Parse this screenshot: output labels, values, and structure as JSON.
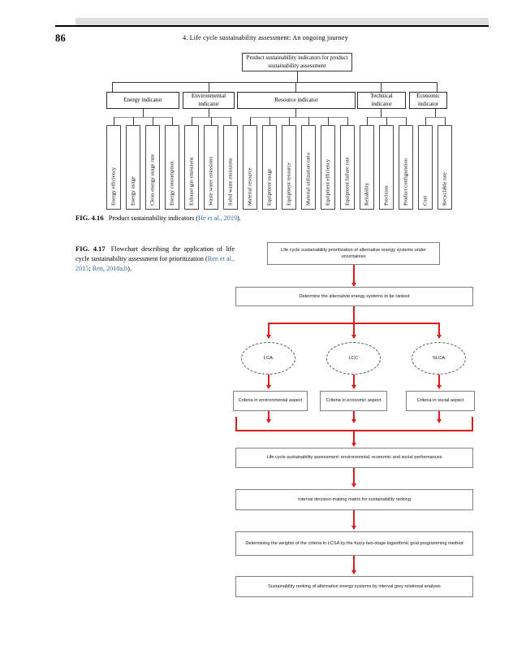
{
  "page": {
    "folio": "86",
    "running_head": "4.  Life cycle sustainability assessment: An ongoing journey"
  },
  "figure_416": {
    "caption_label": "FIG. 4.16",
    "caption_text": "Product sustainability indicators (",
    "caption_citation": "He et al., 2019",
    "caption_tail": ").",
    "root": "Product sustainability indicators for product sustainability assessment",
    "categories": [
      {
        "label": "Energy indicator"
      },
      {
        "label": "Environmental indicator"
      },
      {
        "label": "Resource indicator"
      },
      {
        "label": "Technical indicator"
      },
      {
        "label": "Economic indicator"
      }
    ],
    "leaves": [
      "Energy efficiency",
      "Energy usage",
      "Clean energy usage rate",
      "Energy consumption",
      "Exhaust gas emissions",
      "Waste water emissions",
      "Solid waste emissions",
      "Material resource",
      "Equipment usage",
      "Equipment resource",
      "Material utilization ratio",
      "Equipment efficiency",
      "Equipment failure rate",
      "Reliability",
      "Precision",
      "Product configuration",
      "Cost",
      "Recyclable rate"
    ]
  },
  "figure_417": {
    "caption_label": "FIG. 4.17",
    "caption_text": "Flowchart describing the application of life cycle sustainability assessment for prioritization (",
    "caption_citation_1": "Ren et al., 2015",
    "caption_sep": "; ",
    "caption_citation_2": "Ren, 2018a,b",
    "caption_tail": ").",
    "boxes": {
      "start": "Life cycle sustainability prioritization of alternative energy systems under uncertainies",
      "determine": "Determine the alternatvie energy systems to be ranked",
      "lcsa": "Life cycle sustainability assessment: environemntal, economic and social performances",
      "matrix": "Interval decision-making matrix for sustainability ranking",
      "weights": "Determining the weights of the criteria in LCSA by the fuzzy two-stage logarithmic goal programming method",
      "ranking": "Sustainability ranking of alternative energy systems by interval grey relational analysis"
    },
    "methods": [
      {
        "node": "LCA",
        "criteria": "Criteria in environmental aspect"
      },
      {
        "node": "LCC",
        "criteria": "Criteria in economic aspect"
      },
      {
        "node": "SLCA",
        "criteria": "Criteria in social aspect"
      }
    ],
    "arrow_color": "#e01b1b"
  }
}
